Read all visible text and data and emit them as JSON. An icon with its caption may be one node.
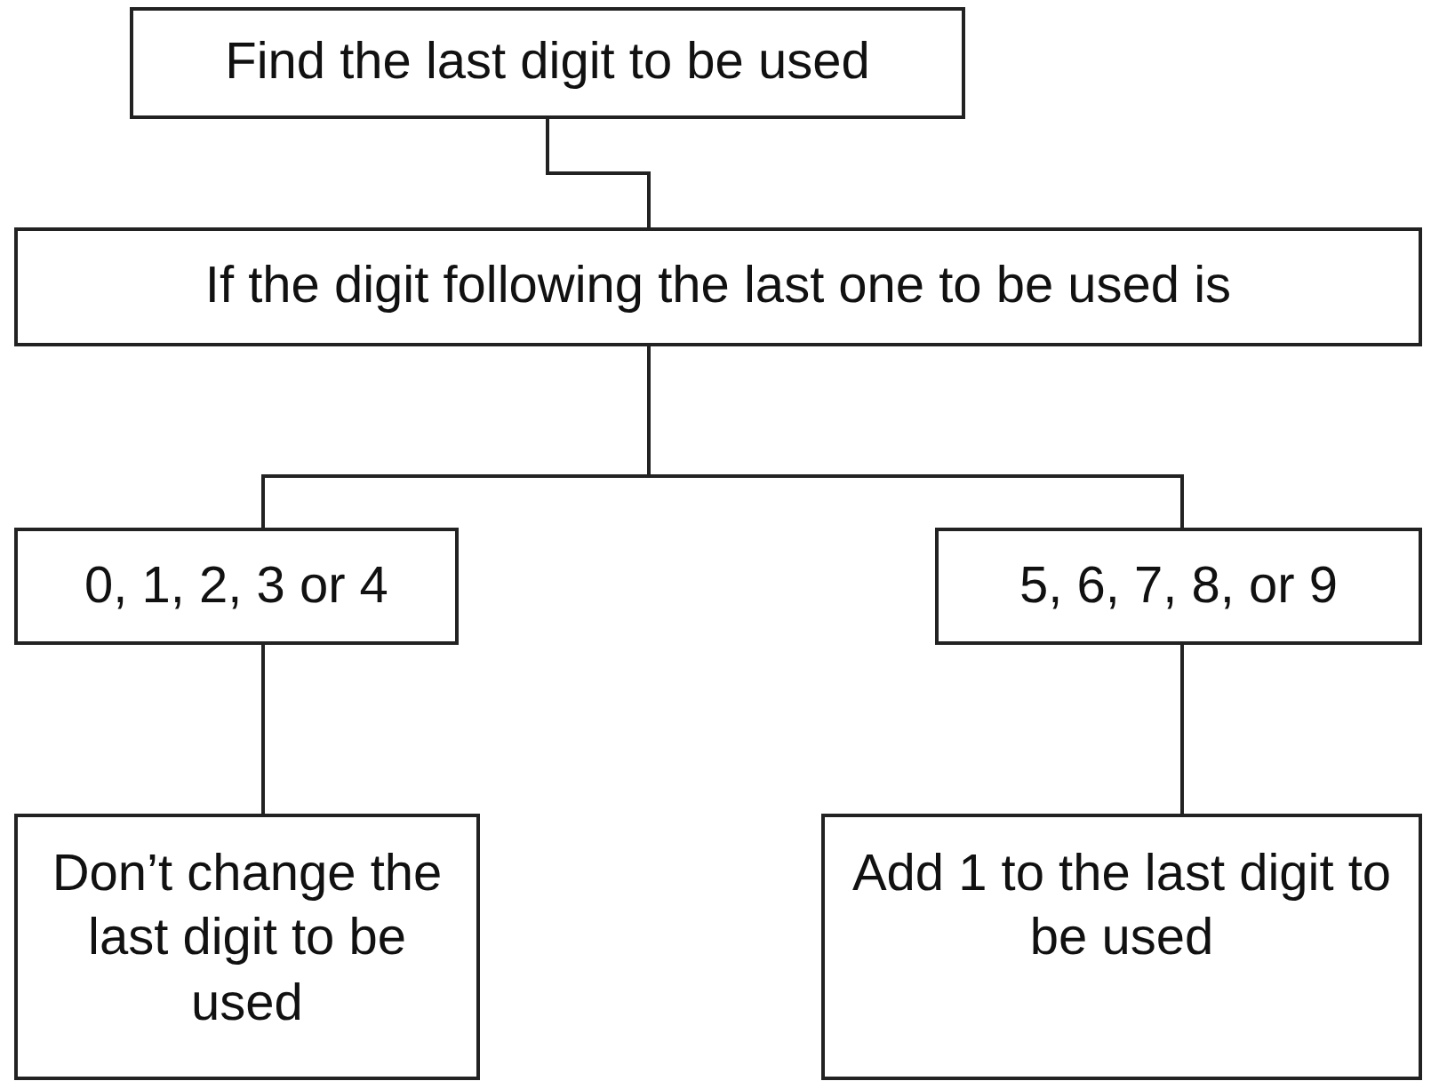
{
  "diagram": {
    "nodes": [
      {
        "text": [
          "Find the last digit to be used"
        ]
      },
      {
        "text": [
          "If the digit following the last one to be used is"
        ]
      },
      {
        "text": [
          "0, 1, 2, 3 or 4"
        ]
      },
      {
        "text": [
          "5, 6, 7, 8, or 9"
        ]
      },
      {
        "text": [
          "Don’t change the last digit to be used"
        ]
      },
      {
        "text": [
          "Add 1 to the last digit to be used"
        ]
      }
    ],
    "edges": [
      {
        "from": 0,
        "to": 1,
        "arrow": "none"
      },
      {
        "from": 1,
        "to": 2,
        "arrow": "none"
      },
      {
        "from": 1,
        "to": 3,
        "arrow": "none"
      },
      {
        "from": 2,
        "to": 4,
        "arrow": "none"
      },
      {
        "from": 3,
        "to": 5,
        "arrow": "none"
      }
    ]
  }
}
